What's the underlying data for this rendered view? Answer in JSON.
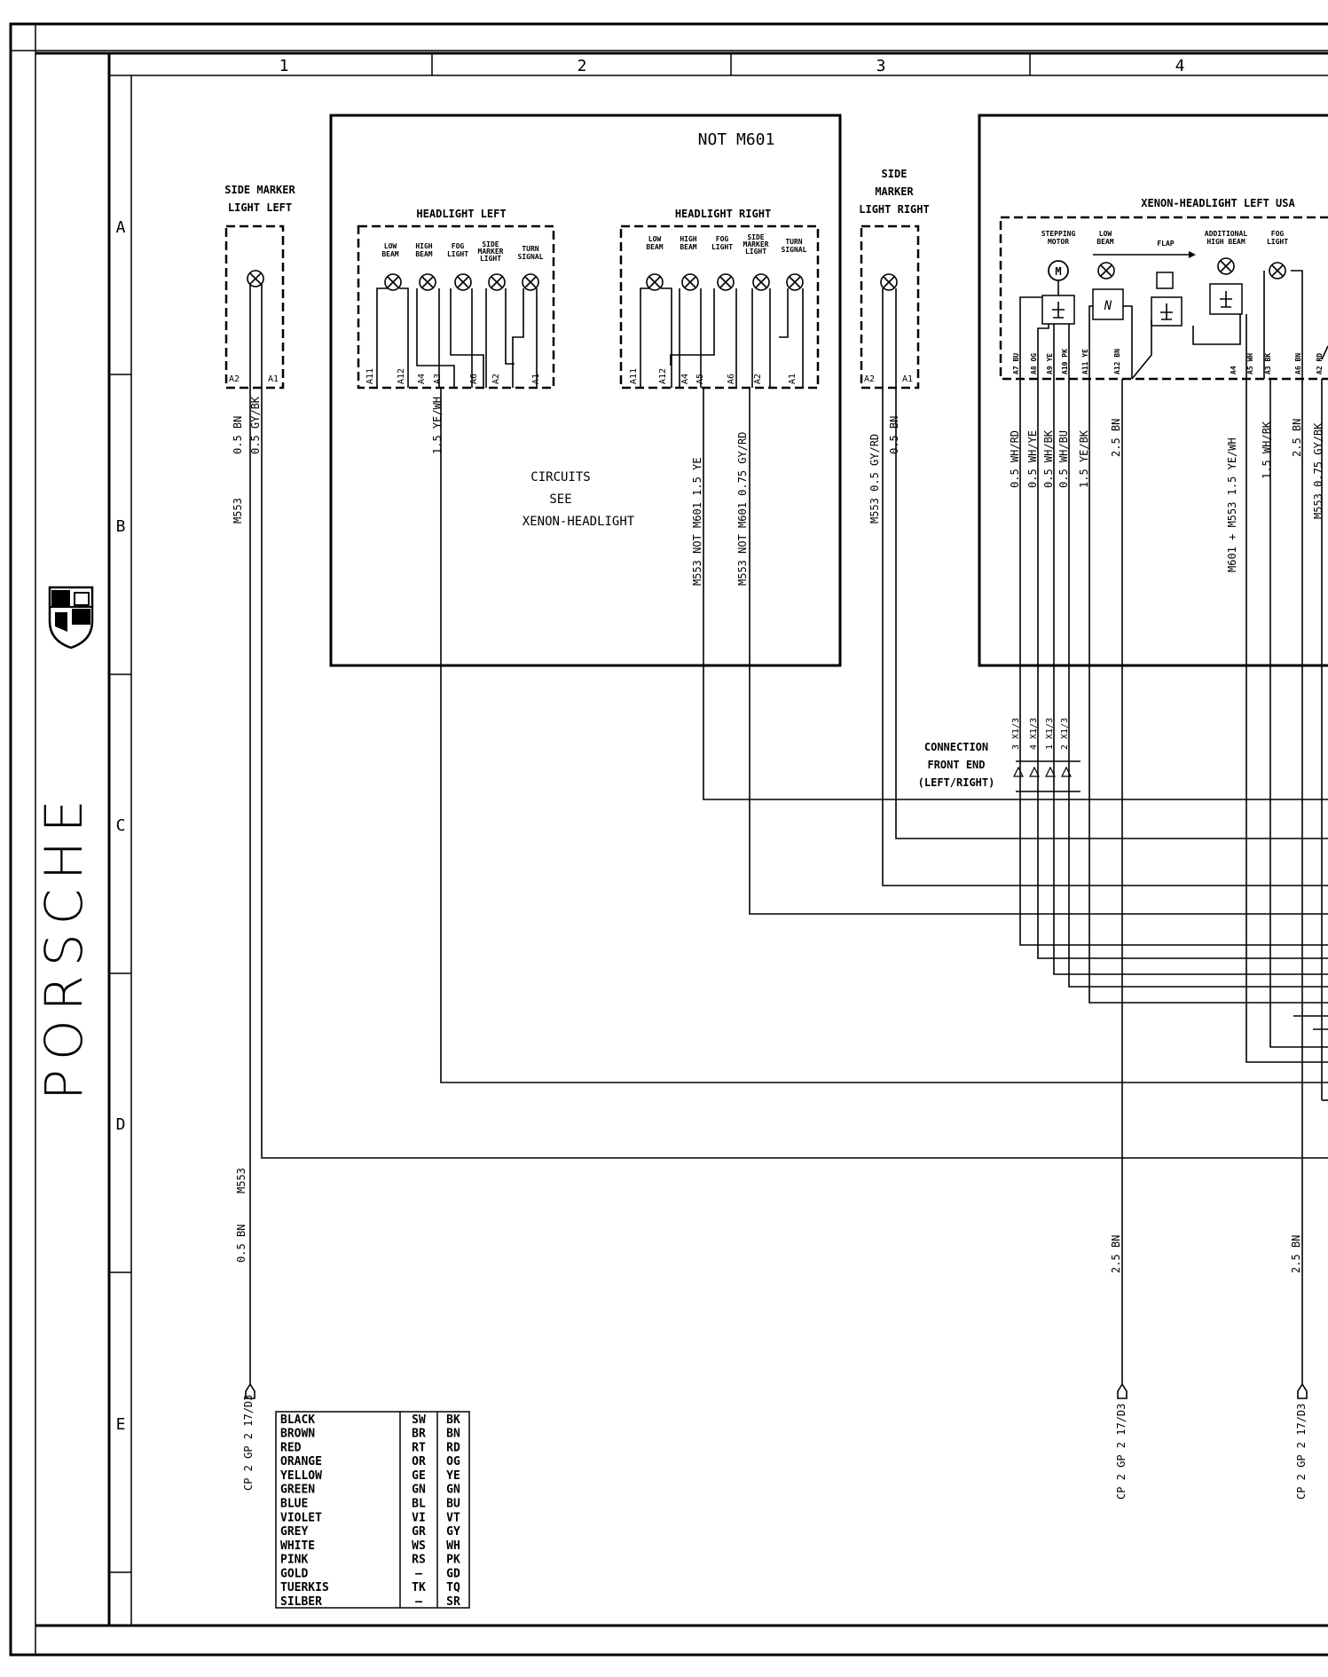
{
  "brand": "PORSCHE",
  "columns": [
    "1",
    "2",
    "3",
    "4"
  ],
  "rows": [
    "A",
    "B",
    "C",
    "D",
    "E"
  ],
  "not_m601_label": "NOT M601",
  "side_marker_left": {
    "title_line1": "SIDE MARKER",
    "title_line2": "LIGHT LEFT",
    "pins": [
      "A2",
      "A1"
    ],
    "wire_bn": "0.5 BN",
    "wire_gybk": "0.5 GY/BK",
    "option": "M553"
  },
  "headlight_left": {
    "title": "HEADLIGHT LEFT",
    "bulbs": [
      {
        "line1": "LOW",
        "line2": "BEAM",
        "line3": ""
      },
      {
        "line1": "HIGH",
        "line2": "BEAM",
        "line3": ""
      },
      {
        "line1": "FOG",
        "line2": "LIGHT",
        "line3": ""
      },
      {
        "line1": "SIDE",
        "line2": "MARKER",
        "line3": "LIGHT"
      },
      {
        "line1": "TURN",
        "line2": "SIGNAL",
        "line3": ""
      }
    ],
    "pins": [
      "A11",
      "A12",
      "A4",
      "A3",
      "A6",
      "A2",
      "A1"
    ],
    "wire_yewh": "1.5 YE/WH"
  },
  "headlight_right": {
    "title": "HEADLIGHT RIGHT",
    "bulbs": [
      {
        "line1": "LOW",
        "line2": "BEAM",
        "line3": ""
      },
      {
        "line1": "HIGH",
        "line2": "BEAM",
        "line3": ""
      },
      {
        "line1": "FOG",
        "line2": "LIGHT",
        "line3": ""
      },
      {
        "line1": "SIDE",
        "line2": "MARKER",
        "line3": "LIGHT"
      },
      {
        "line1": "TURN",
        "line2": "SIGNAL",
        "line3": ""
      }
    ],
    "pins": [
      "A11",
      "A12",
      "A4",
      "A5",
      "A6",
      "A2",
      "A1"
    ],
    "wire_ye": "M553 NOT M601 1.5 YE",
    "wire_gyrd": "M553 NOT M601 0.75 GY/RD"
  },
  "circuits_note": {
    "line1": "CIRCUITS",
    "line2": "SEE",
    "line3": "XENON-HEADLIGHT"
  },
  "side_marker_right": {
    "title_line1": "SIDE",
    "title_line2": "MARKER",
    "title_line3": "LIGHT RIGHT",
    "pins": [
      "A2",
      "A1"
    ],
    "wire_gyrd": "M553 0.5 GY/RD",
    "wire_bn": "0.5 BN"
  },
  "xenon_left": {
    "title": "XENON-HEADLIGHT LEFT  USA",
    "components": [
      {
        "line1": "STEPPING",
        "line2": "MOTOR"
      },
      {
        "line1": "LOW",
        "line2": "BEAM"
      },
      {
        "line1": "FLAP",
        "line2": ""
      },
      {
        "line1": "ADDITIONAL",
        "line2": "HIGH BEAM"
      },
      {
        "line1": "FOG",
        "line2": "LIGHT"
      }
    ],
    "pins": [
      "A7 BU",
      "A8 OG",
      "A9 YE",
      "A10 PK",
      "A11 YE",
      "A12 BN",
      "A4",
      "A5 WH",
      "A3 BK",
      "A6 BN",
      "A2 RD"
    ],
    "wires": [
      "0.5 WH/RD",
      "0.5 WH/YE",
      "0.5 WH/BK",
      "0.5 WH/BU",
      "1.5 YE/BK",
      "2.5 BN",
      "M601 + M553 1.5 YE/WH",
      "1.5 WH/BK",
      "2.5 BN",
      "M553 0.75 GY/BK"
    ]
  },
  "connection": {
    "line1": "CONNECTION",
    "line2": "FRONT END",
    "line3": "(LEFT/RIGHT)",
    "pins": [
      "3 X1/3",
      "4 X1/3",
      "1 X1/3",
      "2 X1/3"
    ]
  },
  "ground_left": {
    "wire_bn": "0.5 BN",
    "option": "M553",
    "ref": "CP 2 GP 2  17/D3"
  },
  "ground_mid": {
    "wire": "2.5 BN",
    "ref": "CP 2 GP 2  17/D3"
  },
  "ground_right": {
    "wire": "2.5 BN",
    "ref": "CP 2 GP 2  17/D3"
  },
  "color_legend": [
    {
      "name": "BLACK",
      "de": "SW",
      "en": "BK"
    },
    {
      "name": "BROWN",
      "de": "BR",
      "en": "BN"
    },
    {
      "name": "RED",
      "de": "RT",
      "en": "RD"
    },
    {
      "name": "ORANGE",
      "de": "OR",
      "en": "OG"
    },
    {
      "name": "YELLOW",
      "de": "GE",
      "en": "YE"
    },
    {
      "name": "GREEN",
      "de": "GN",
      "en": "GN"
    },
    {
      "name": "BLUE",
      "de": "BL",
      "en": "BU"
    },
    {
      "name": "VIOLET",
      "de": "VI",
      "en": "VT"
    },
    {
      "name": "GREY",
      "de": "GR",
      "en": "GY"
    },
    {
      "name": "WHITE",
      "de": "WS",
      "en": "WH"
    },
    {
      "name": "PINK",
      "de": "RS",
      "en": "PK"
    },
    {
      "name": "GOLD",
      "de": "—",
      "en": "GD"
    },
    {
      "name": "TUERKIS",
      "de": "TK",
      "en": "TQ"
    },
    {
      "name": "SILBER",
      "de": "—",
      "en": "SR"
    }
  ]
}
